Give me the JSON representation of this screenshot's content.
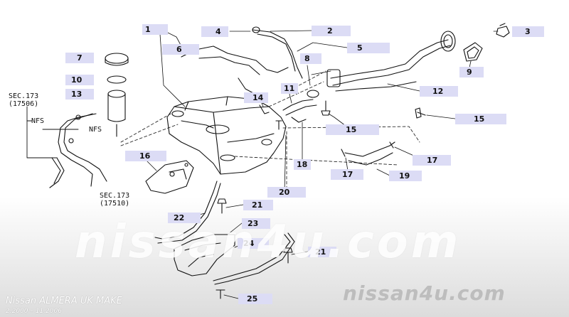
{
  "callouts": {
    "c1": "1",
    "c2": "2",
    "c3": "3",
    "c4": "4",
    "c5": "5",
    "c6": "6",
    "c7": "7",
    "c8": "8",
    "c9": "9",
    "c10": "10",
    "c11": "11",
    "c12": "12",
    "c13": "13",
    "c14": "14",
    "c15a": "15",
    "c15b": "15",
    "c16": "16",
    "c17a": "17",
    "c17b": "17",
    "c18": "18",
    "c19": "19",
    "c20": "20",
    "c21a": "21",
    "c21b": "21",
    "c22": "22",
    "c23": "23",
    "c24": "24",
    "c25": "25"
  },
  "section_refs": {
    "sec_top_line1": "SEC.173",
    "sec_top_line2": "(17506)",
    "sec_bottom_line1": "SEC.173",
    "sec_bottom_line2": "(17510)"
  },
  "nfs_labels": {
    "nfs1": "NFS",
    "nfs2": "NFS"
  },
  "watermark": {
    "main": "nissan4u.com",
    "corner": "nissan4u.com"
  },
  "model_info": {
    "name": "Nissan ALMERA UK MAKE",
    "dates": "2.2000  –  11.2006"
  }
}
